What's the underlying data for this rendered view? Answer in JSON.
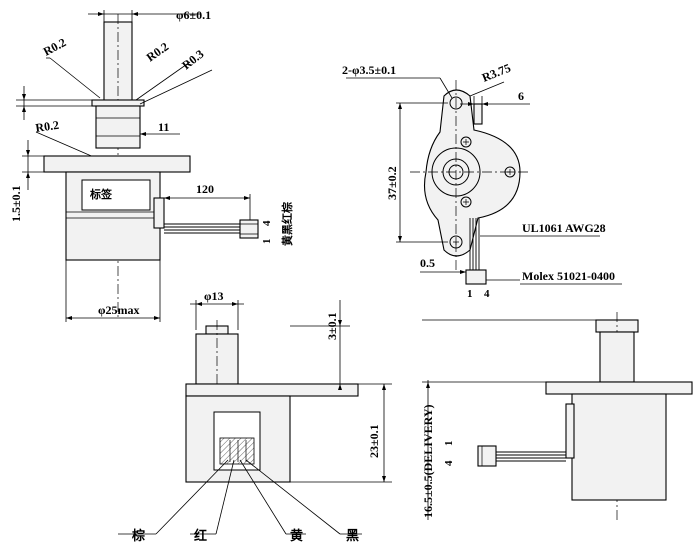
{
  "top_left_view": {
    "shaft_diameter": "φ6±0.1",
    "radius_a": "R0.2",
    "radius_b": "R0.2",
    "radius_c": "R0.3",
    "radius_d": "R0.2",
    "collar_length": "11",
    "flange_thickness": "1.5±0.1",
    "body_label": "标签",
    "lead_length": "120",
    "pin_first": "1",
    "pin_last": "4",
    "wire_colors_vertical": "黄黑红棕",
    "body_diameter": "φ25max"
  },
  "top_right_view": {
    "mount_holes": "2-φ3.5±0.1",
    "hole_radius": "R3.75",
    "tab_offset": "6",
    "hole_spacing": "37±0.2",
    "cable_spec": "UL1061 AWG28",
    "gap": "0.5",
    "connector_spec": "Molex 51021-0400",
    "pin_first": "1",
    "pin_last": "4"
  },
  "bottom_left_view": {
    "collar_diameter": "φ13",
    "shaft_protrusion": "3±0.1",
    "body_height": "23±0.1",
    "wire_labels": [
      "棕",
      "红",
      "黄",
      "黑"
    ]
  },
  "bottom_right_view": {
    "delivery_length": "16.5±0.5(DELIVERY)",
    "pin_first": "1",
    "pin_last": "4"
  }
}
